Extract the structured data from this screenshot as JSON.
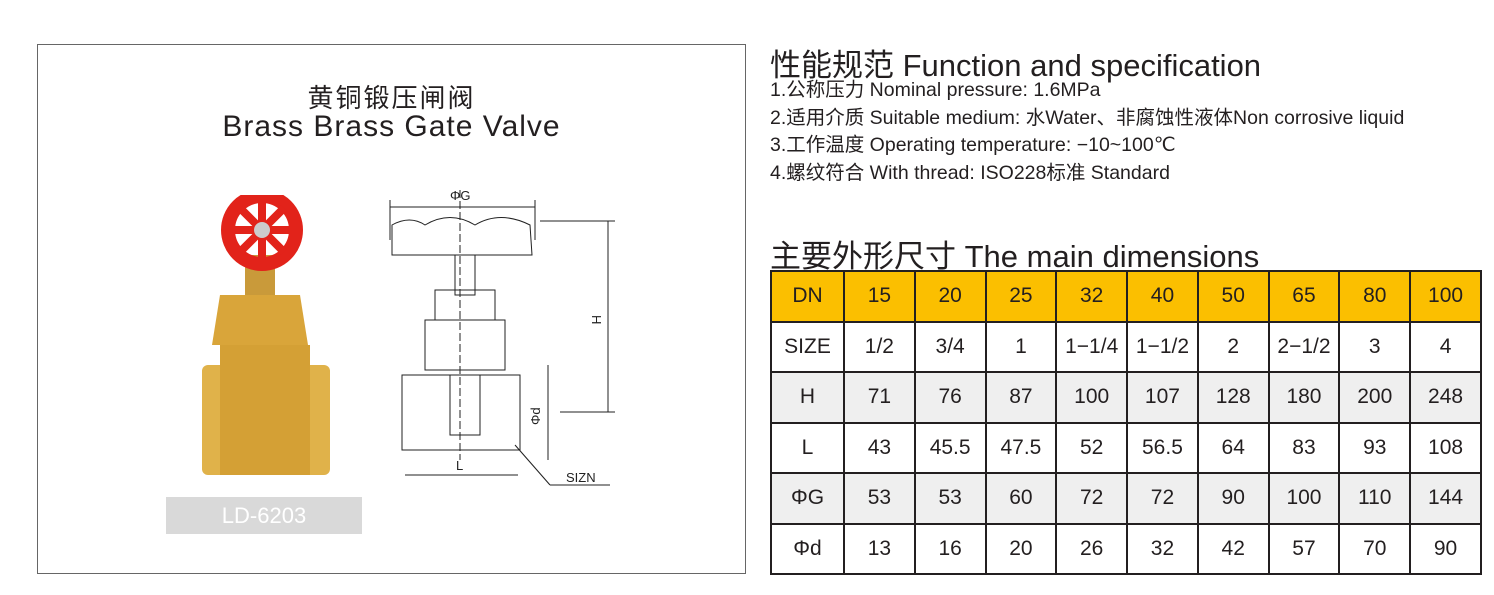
{
  "product": {
    "title_cn": "黄铜锻压闸阀",
    "title_en": "Brass Brass Gate Valve",
    "model": "LD-6203"
  },
  "drawing": {
    "labels": {
      "g": "ΦG",
      "h": "H",
      "d": "Φd",
      "l": "L",
      "sizn": "SIZN"
    }
  },
  "spec": {
    "heading": "性能规范  Function and specification",
    "items": [
      "1.公称压力 Nominal pressure: 1.6MPa",
      "2.适用介质 Suitable medium: 水Water、非腐蚀性液体Non corrosive liquid",
      "3.工作温度 Operating temperature: −10~100℃",
      "4.螺纹符合 With thread: ISO228标准 Standard"
    ]
  },
  "dimensions": {
    "heading": "主要外形尺寸  The main dimensions",
    "rows": [
      [
        "DN",
        "15",
        "20",
        "25",
        "32",
        "40",
        "50",
        "65",
        "80",
        "100"
      ],
      [
        "SIZE",
        "1/2",
        "3/4",
        "1",
        "1−1/4",
        "1−1/2",
        "2",
        "2−1/2",
        "3",
        "4"
      ],
      [
        "H",
        "71",
        "76",
        "87",
        "100",
        "107",
        "128",
        "180",
        "200",
        "248"
      ],
      [
        "L",
        "43",
        "45.5",
        "47.5",
        "52",
        "56.5",
        "64",
        "83",
        "93",
        "108"
      ],
      [
        "ΦG",
        "53",
        "53",
        "60",
        "72",
        "72",
        "90",
        "100",
        "110",
        "144"
      ],
      [
        "Φd",
        "13",
        "16",
        "20",
        "26",
        "32",
        "42",
        "57",
        "70",
        "90"
      ]
    ]
  },
  "colors": {
    "header": "#fbbf00",
    "handwheel": "#e2231a",
    "brass": "#d9a53a"
  }
}
